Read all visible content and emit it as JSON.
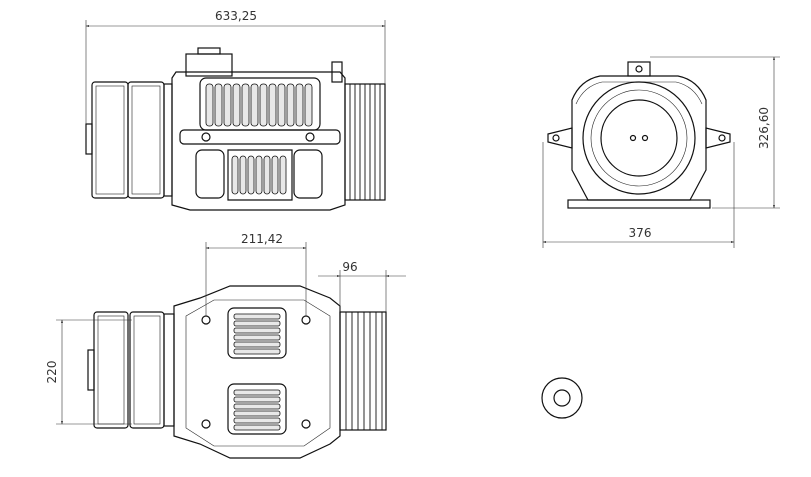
{
  "dimensions": {
    "overall_length": "633,25",
    "height": "326,60",
    "width": "376",
    "top_bolt_spacing": "211,42",
    "sheave_width": "96",
    "bolt_span_vertical": "220"
  },
  "colors": {
    "line": "#111111",
    "dimension": "#333333",
    "background": "#ffffff"
  }
}
